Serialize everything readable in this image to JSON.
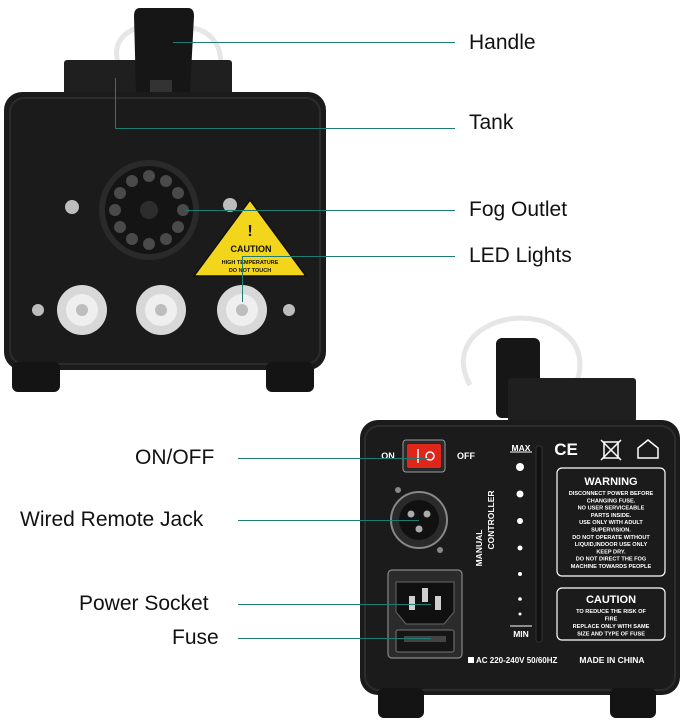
{
  "colors": {
    "callout_line": "#1e7d72",
    "body_dark": "#1b1b1b",
    "caution_yellow": "#f3d51c",
    "switch_red": "#e0261b"
  },
  "callouts": {
    "handle": "Handle",
    "tank": "Tank",
    "fog_outlet": "Fog Outlet",
    "led_lights": "LED Lights",
    "on_off": "ON/OFF",
    "wired_remote_jack": "Wired Remote Jack",
    "power_socket": "Power Socket",
    "fuse": "Fuse"
  },
  "front_unit": {
    "caution_title": "CAUTION",
    "caution_line1": "HIGH TEMPERATURE",
    "caution_line2": "DO NOT TOUCH"
  },
  "back_unit": {
    "switch_on": "ON",
    "switch_off": "OFF",
    "dial_max": "MAX",
    "dial_min": "MIN",
    "manual_controller_line1": "MANUAL",
    "manual_controller_line2": "CONTROLLER",
    "voltage": "AC 220-240V 50/60HZ",
    "made_in": "MADE IN CHINA",
    "warning_title": "WARNING",
    "warning_lines": [
      "DISCONNECT POWER BEFORE",
      "CHANGING FUSE.",
      "NO USER SERVICEABLE",
      "PARTS INSIDE.",
      "USE ONLY WITH ADULT",
      "SUPERVISION.",
      "DO NOT OPERATE WITHOUT",
      "LIQUID,INDOOR USE ONLY",
      "KEEP DRY.",
      "DO NOT DIRECT THE FOG",
      "MACHINE TOWARDS PEOPLE"
    ],
    "caution_title": "CAUTION",
    "caution_lines": [
      "TO REDUCE THE RISK OF",
      "FIRE",
      "REPLACE ONLY WITH SAME",
      "SIZE AND TYPE OF FUSE"
    ],
    "ce_mark": "CE"
  }
}
